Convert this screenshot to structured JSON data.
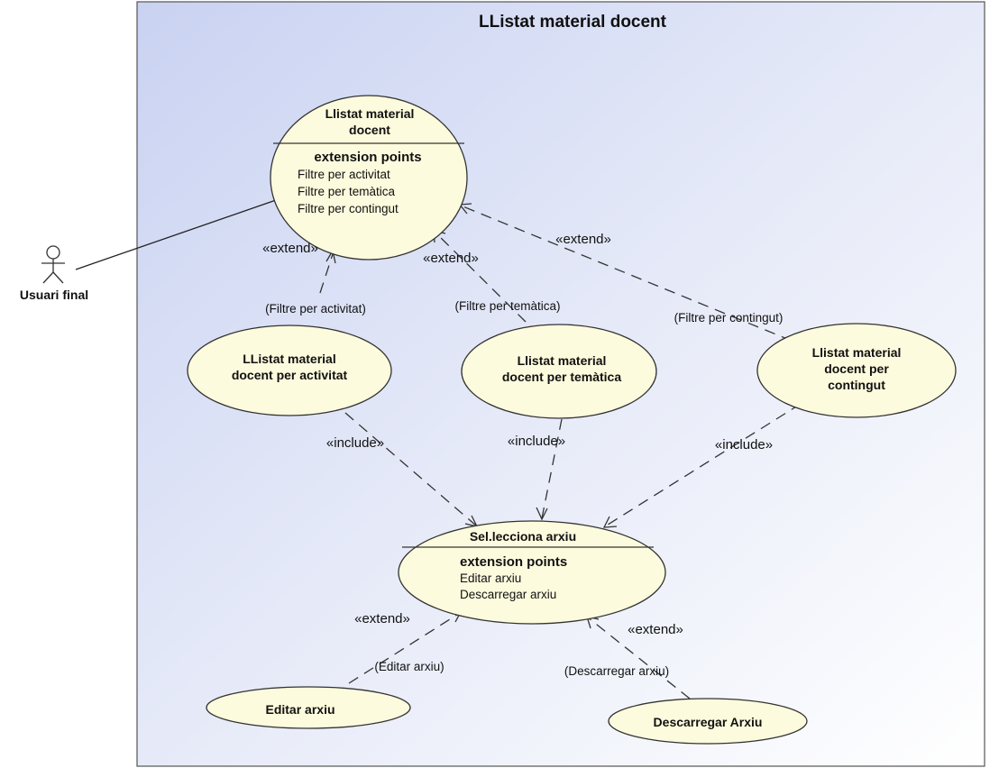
{
  "subject": {
    "title": "LListat material docent"
  },
  "actor": {
    "name": "Usuari final"
  },
  "use_cases": {
    "main": {
      "name_lines": [
        "Llistat material",
        "docent"
      ],
      "ep_heading": "extension points",
      "ep_items": [
        "Filtre per activitat",
        "Filtre per temàtica",
        "Filtre per contingut"
      ]
    },
    "by_activity": {
      "name_lines": [
        "LListat material",
        "docent per activitat"
      ]
    },
    "by_theme": {
      "name_lines": [
        "Llistat material",
        "docent per temàtica"
      ]
    },
    "by_content": {
      "name_lines": [
        "Llistat material",
        "docent per",
        "contingut"
      ]
    },
    "select": {
      "name": "Sel.lecciona arxiu",
      "ep_heading": "extension points",
      "ep_items": [
        "Editar arxiu",
        "Descarregar arxiu"
      ]
    },
    "edit": {
      "name": "Editar arxiu"
    },
    "download": {
      "name": "Descarregar Arxiu"
    }
  },
  "relations": {
    "extend_label": "«extend»",
    "include_label": "«include»",
    "conditions": {
      "activity": "(Filtre per activitat)",
      "theme": "(Filtre per temàtica)",
      "content": "(Filtre per contingut)",
      "edit": "(Editar arxiu)",
      "download": "(Descarregar arxiu)"
    }
  }
}
